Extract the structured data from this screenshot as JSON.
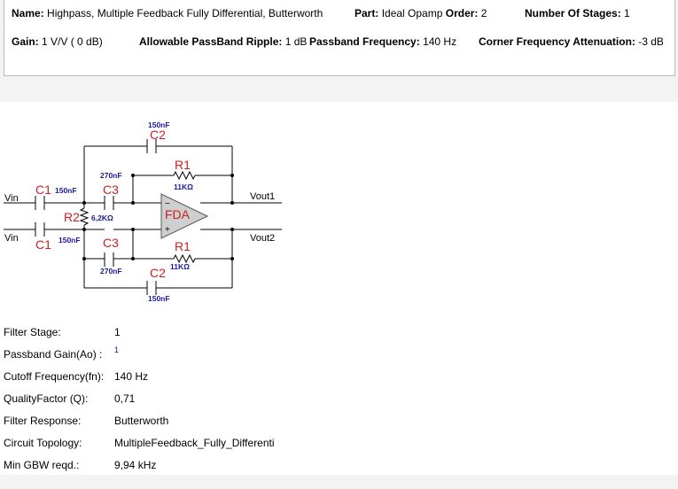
{
  "header": {
    "name_label": "Name:",
    "name_value": "Highpass, Multiple Feedback Fully Differential, Butterworth",
    "part_label": "Part:",
    "part_value": "Ideal Opamp",
    "order_label": "Order:",
    "order_value": "2",
    "stages_label": "Number Of Stages:",
    "stages_value": "1",
    "gain_label": "Gain:",
    "gain_value": "1 V/V ( 0 dB)",
    "ripple_label": "Allowable PassBand Ripple:",
    "ripple_value": "1 dB",
    "passband_label": "Passband Frequency:",
    "passband_value": "140 Hz",
    "corner_label": "Corner Frequency Attenuation:",
    "corner_value": "-3 dB"
  },
  "schematic": {
    "vin_top": "Vin",
    "vin_bottom": "Vin",
    "vout1": "Vout1",
    "vout2": "Vout2",
    "opamp_label": "FDA",
    "minus_sign": "−",
    "plus_sign": "+",
    "c1_top_name": "C1",
    "c1_top_value": "150nF",
    "c1_bottom_name": "C1",
    "c1_bottom_value": "150nF",
    "r2_name": "R2",
    "r2_value": "6,2KΩ",
    "c3_top_name": "C3",
    "c3_top_value": "270nF",
    "c3_bottom_name": "C3",
    "c3_bottom_value": "270nF",
    "c2_top_name": "C2",
    "c2_top_value": "150nF",
    "c2_bottom_name": "C2",
    "c2_bottom_value": "150nF",
    "r1_top_name": "R1",
    "r1_top_value": "11KΩ",
    "r1_bottom_name": "R1",
    "r1_bottom_value": "11KΩ",
    "colors": {
      "component_name": "#cc1f1f",
      "component_value": "#1a1a9a",
      "opamp_fill": "#cfcfcf"
    }
  },
  "details": [
    {
      "label": "Filter Stage:",
      "value": "1"
    },
    {
      "label": "Passband Gain(Ao) :",
      "value": "1"
    },
    {
      "label": "Cutoff Frequency(fn):",
      "value": "140 Hz"
    },
    {
      "label": "QualityFactor (Q):",
      "value": "0,71"
    },
    {
      "label": "Filter Response:",
      "value": "Butterworth"
    },
    {
      "label": "Circuit Topology:",
      "value": "MultipleFeedback_Fully_Differenti"
    },
    {
      "label": "Min GBW reqd.:",
      "value": "9,94 kHz"
    }
  ]
}
